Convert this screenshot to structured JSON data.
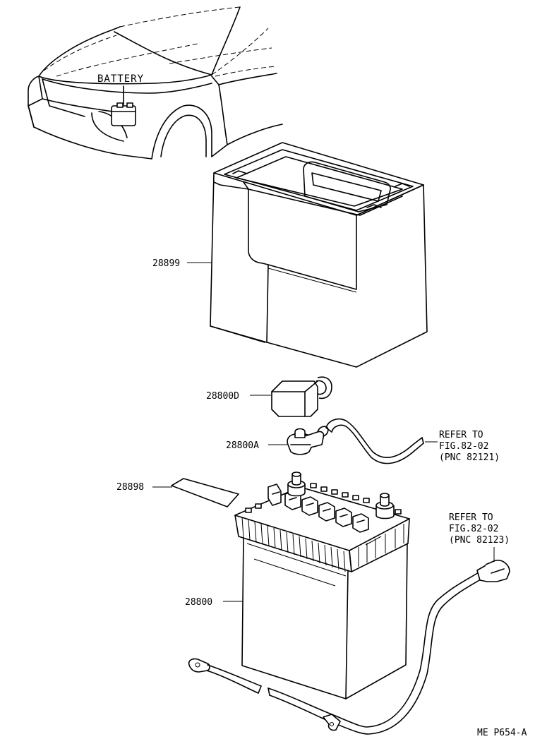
{
  "labels": {
    "battery_location": "BATTERY",
    "part_tray": "28899",
    "part_terminal_cover": "28800D",
    "part_terminal_clamp": "28800A",
    "part_label": "28898",
    "part_battery": "28800",
    "ref1": {
      "line1": "REFER TO",
      "line2": "FIG.82-02",
      "line3": "(PNC 82121)"
    },
    "ref2": {
      "line1": "REFER TO",
      "line2": "FIG.82-02",
      "line3": "(PNC 82123)"
    },
    "figure_code": "ME  P654-A"
  }
}
